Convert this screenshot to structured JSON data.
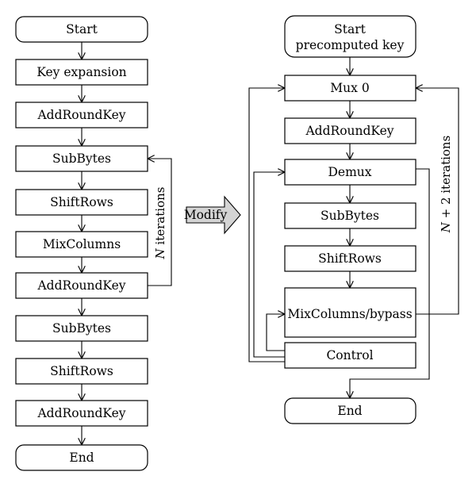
{
  "left_flow": {
    "start": "Start",
    "key_expansion": "Key expansion",
    "add_round_key_1": "AddRoundKey",
    "sub_bytes_1": "SubBytes",
    "shift_rows_1": "ShiftRows",
    "mix_columns": "MixColumns",
    "add_round_key_2": "AddRoundKey",
    "sub_bytes_2": "SubBytes",
    "shift_rows_2": "ShiftRows",
    "add_round_key_3": "AddRoundKey",
    "end": "End",
    "loop_label": {
      "variable": "N",
      "text": " iterations"
    }
  },
  "modify_arrow": {
    "label": "Modify"
  },
  "right_flow": {
    "start_line1": "Start",
    "start_line2": "precomputed key",
    "mux": "Mux 0",
    "add_round_key": "AddRoundKey",
    "demux": "Demux",
    "sub_bytes": "SubBytes",
    "shift_rows": "ShiftRows",
    "mix_columns_bypass": "MixColumns/bypass",
    "control": "Control",
    "end": "End",
    "loop_label": {
      "variable": "N",
      "text": " + 2 iterations"
    }
  },
  "colors": {
    "line": "#000000",
    "box_fill": "#ffffff",
    "modify_fill": "#d4d4d4"
  }
}
